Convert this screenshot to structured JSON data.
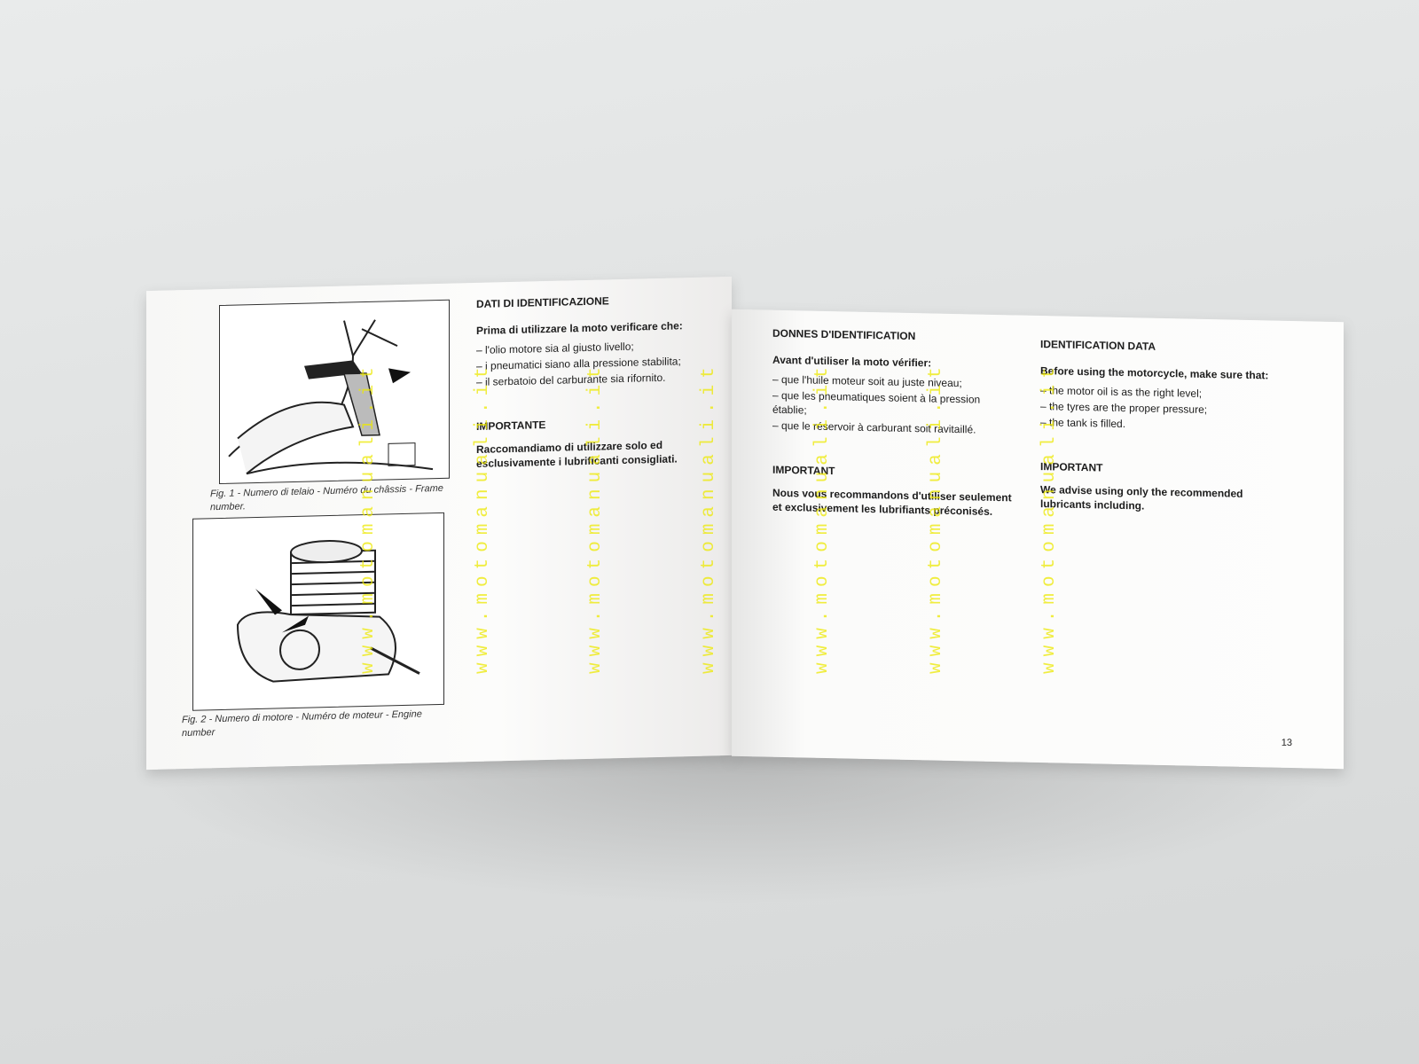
{
  "left_page": {
    "fig1_caption": "Fig. 1 - Numero di telaio - Numéro du châssis - Frame number.",
    "fig2_caption": "Fig. 2 - Numero di motore - Numéro de moteur - Engine number",
    "italian": {
      "heading": "DATI DI IDENTIFICAZIONE",
      "intro": "Prima di utilizzare la moto verificare che:",
      "items": [
        "l'olio motore sia al giusto livello;",
        "i pneumatici siano alla pressione stabilita;",
        "il serbatoio del carburante sia rifornito."
      ],
      "important_title": "IMPORTANTE",
      "important_text": "Raccomandiamo di utilizzare solo ed esclusivamente i lubrificanti consigliati."
    }
  },
  "right_page": {
    "french": {
      "heading": "DONNES D'IDENTIFICATION",
      "intro": "Avant d'utiliser la moto vérifier:",
      "items": [
        "que l'huile moteur soit au juste niveau;",
        "que les pneumatiques soient à la pression établie;",
        "que le réservoir à carburant soit ravitaillé."
      ],
      "important_title": "IMPORTANT",
      "important_text": "Nous vous recommandons d'utiliser seulement et exclusivement les lubrifiants préconisés."
    },
    "english": {
      "heading": "IDENTIFICATION DATA",
      "intro": "Before using the motorcycle, make sure that:",
      "items": [
        "the motor oil is as the right level;",
        "the tyres are the proper pressure;",
        "the tank is filled."
      ],
      "important_title": "IMPORTANT",
      "important_text": "We advise using only the recommended lubricants including."
    },
    "page_number": "13"
  },
  "watermark_text": "www.motomanuali.it",
  "colors": {
    "watermark": "#ece800",
    "paper": "#fbfbfa",
    "background": "#e3e5e5"
  }
}
